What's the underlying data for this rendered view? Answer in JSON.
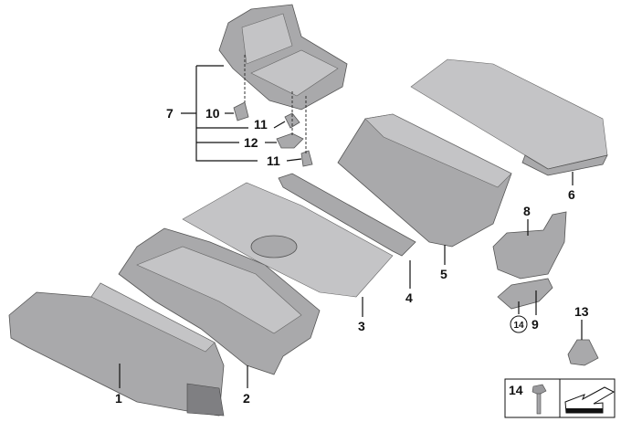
{
  "diagram": {
    "callouts": {
      "p1": "1",
      "p2": "2",
      "p3": "3",
      "p4": "4",
      "p5": "5",
      "p6": "6",
      "p7": "7",
      "p8": "8",
      "p9": "9",
      "p10": "10",
      "p11a": "11",
      "p12": "12",
      "p11b": "11",
      "p13": "13",
      "p14_circled": "14"
    },
    "legend_box": {
      "part_number": "14"
    }
  }
}
